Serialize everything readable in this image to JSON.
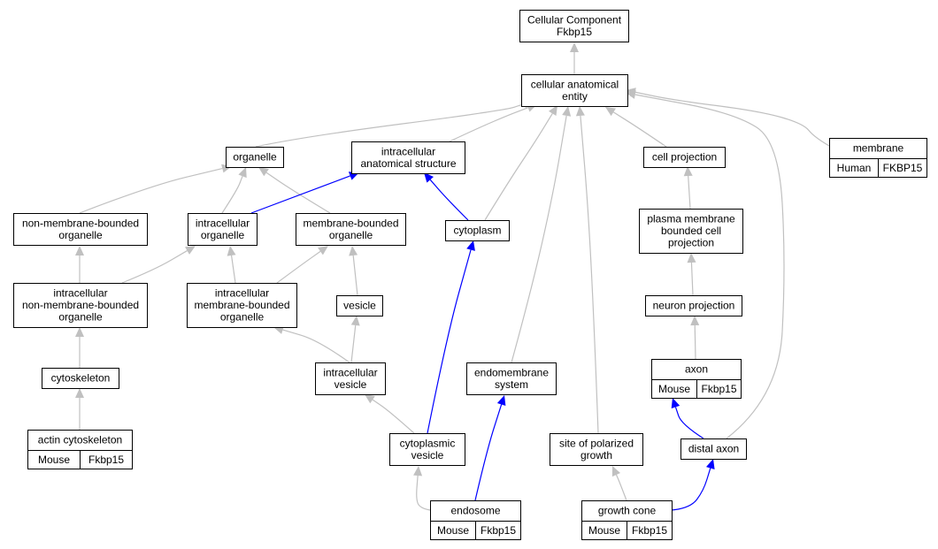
{
  "colors": {
    "gray_edge": "#c0c0c0",
    "blue_edge": "#0000ff",
    "mouse_fill": "#add8e6",
    "human_fill": "#f9634a"
  },
  "nodes": {
    "cc": {
      "lines": [
        "Cellular Component",
        "Fkbp15"
      ]
    },
    "cae": {
      "lines": [
        "cellular anatomical",
        "entity"
      ]
    },
    "organelle": {
      "lines": [
        "organelle"
      ]
    },
    "ias": {
      "lines": [
        "intracellular",
        "anatomical structure"
      ]
    },
    "cellproj": {
      "lines": [
        "cell projection"
      ]
    },
    "membrane": {
      "lines": [
        "membrane"
      ],
      "annotation": {
        "species": "Human",
        "gene": "FKBP15",
        "color_key": "human_fill"
      }
    },
    "nmbo": {
      "lines": [
        "non-membrane-bounded",
        "organelle"
      ]
    },
    "io": {
      "lines": [
        "intracellular",
        "organelle"
      ]
    },
    "mbo": {
      "lines": [
        "membrane-bounded",
        "organelle"
      ]
    },
    "cytoplasm": {
      "lines": [
        "cytoplasm"
      ]
    },
    "pmbcp": {
      "lines": [
        "plasma membrane",
        "bounded cell",
        "projection"
      ]
    },
    "inmbo": {
      "lines": [
        "intracellular",
        "non-membrane-bounded",
        "organelle"
      ]
    },
    "imbo": {
      "lines": [
        "intracellular",
        "membrane-bounded",
        "organelle"
      ]
    },
    "vesicle": {
      "lines": [
        "vesicle"
      ]
    },
    "neuronproj": {
      "lines": [
        "neuron projection"
      ]
    },
    "cytoskeleton": {
      "lines": [
        "cytoskeleton"
      ]
    },
    "iv": {
      "lines": [
        "intracellular",
        "vesicle"
      ]
    },
    "ems": {
      "lines": [
        "endomembrane",
        "system"
      ]
    },
    "axon": {
      "lines": [
        "axon"
      ],
      "annotation": {
        "species": "Mouse",
        "gene": "Fkbp15",
        "color_key": "mouse_fill"
      }
    },
    "actin": {
      "lines": [
        "actin cytoskeleton"
      ],
      "annotation": {
        "species": "Mouse",
        "gene": "Fkbp15",
        "color_key": "mouse_fill"
      }
    },
    "cv": {
      "lines": [
        "cytoplasmic",
        "vesicle"
      ]
    },
    "spg": {
      "lines": [
        "site of polarized",
        "growth"
      ]
    },
    "distal": {
      "lines": [
        "distal axon"
      ]
    },
    "endosome": {
      "lines": [
        "endosome"
      ],
      "annotation": {
        "species": "Mouse",
        "gene": "Fkbp15",
        "color_key": "mouse_fill"
      }
    },
    "growthcone": {
      "lines": [
        "growth cone"
      ],
      "annotation": {
        "species": "Mouse",
        "gene": "Fkbp15",
        "color_key": "mouse_fill"
      }
    }
  },
  "edges": [
    {
      "from": "cae",
      "to": "cc",
      "kind": "gray"
    },
    {
      "from": "organelle",
      "to": "cae",
      "kind": "gray"
    },
    {
      "from": "ias",
      "to": "cae",
      "kind": "gray"
    },
    {
      "from": "cytoplasm",
      "to": "cae",
      "kind": "gray"
    },
    {
      "from": "ems",
      "to": "cae",
      "kind": "gray"
    },
    {
      "from": "spg",
      "to": "cae",
      "kind": "gray"
    },
    {
      "from": "cellproj",
      "to": "cae",
      "kind": "gray"
    },
    {
      "from": "distal",
      "to": "cae",
      "kind": "gray"
    },
    {
      "from": "membrane",
      "to": "cae",
      "kind": "gray"
    },
    {
      "from": "nmbo",
      "to": "organelle",
      "kind": "gray"
    },
    {
      "from": "io",
      "to": "organelle",
      "kind": "gray"
    },
    {
      "from": "mbo",
      "to": "organelle",
      "kind": "gray"
    },
    {
      "from": "io",
      "to": "ias",
      "kind": "blue"
    },
    {
      "from": "cytoplasm",
      "to": "ias",
      "kind": "blue"
    },
    {
      "from": "pmbcp",
      "to": "cellproj",
      "kind": "gray"
    },
    {
      "from": "inmbo",
      "to": "nmbo",
      "kind": "gray"
    },
    {
      "from": "inmbo",
      "to": "io",
      "kind": "gray"
    },
    {
      "from": "imbo",
      "to": "io",
      "kind": "gray"
    },
    {
      "from": "imbo",
      "to": "mbo",
      "kind": "gray"
    },
    {
      "from": "vesicle",
      "to": "mbo",
      "kind": "gray"
    },
    {
      "from": "cv",
      "to": "cytoplasm",
      "kind": "blue"
    },
    {
      "from": "neuronproj",
      "to": "pmbcp",
      "kind": "gray"
    },
    {
      "from": "cytoskeleton",
      "to": "inmbo",
      "kind": "gray"
    },
    {
      "from": "iv",
      "to": "imbo",
      "kind": "gray"
    },
    {
      "from": "iv",
      "to": "vesicle",
      "kind": "gray"
    },
    {
      "from": "axon",
      "to": "neuronproj",
      "kind": "gray"
    },
    {
      "from": "actin",
      "to": "cytoskeleton",
      "kind": "gray"
    },
    {
      "from": "cv",
      "to": "iv",
      "kind": "gray"
    },
    {
      "from": "endosome",
      "to": "ems",
      "kind": "blue"
    },
    {
      "from": "distal",
      "to": "axon",
      "kind": "blue"
    },
    {
      "from": "endosome",
      "to": "cv",
      "kind": "gray"
    },
    {
      "from": "growthcone",
      "to": "spg",
      "kind": "gray"
    },
    {
      "from": "growthcone",
      "to": "distal",
      "kind": "blue"
    }
  ]
}
